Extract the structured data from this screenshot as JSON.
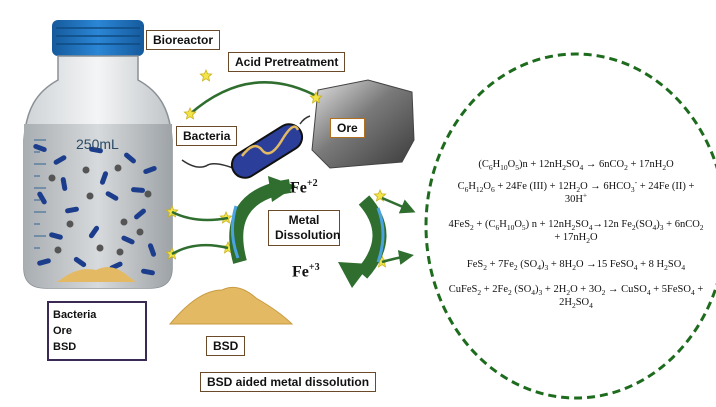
{
  "labels": {
    "bioreactor": "Bioreactor",
    "acid_pretreatment": "Acid Pretreatment",
    "bacteria": "Bacteria",
    "ore": "Ore",
    "metal_dissolution": "Metal Dissolution",
    "bsd": "BSD",
    "caption": "BSD aided metal dissolution"
  },
  "bottle": {
    "volume": "250mL"
  },
  "legend": {
    "items": [
      "Bacteria",
      "Ore",
      "BSD"
    ]
  },
  "ions": {
    "fe2": {
      "base": "Fe",
      "charge": "+2"
    },
    "fe3": {
      "base": "Fe",
      "charge": "+3"
    }
  },
  "equations": [
    "(C6H10O5)n + 12nH2SO4 → 6nCO2 + 17nH2O",
    "C6H12O6 + 24Fe (III) + 12H2O → 6HCO3- + 24Fe (II) + 30H+",
    "4FeS2 + (C6H10O5) n + 12nH2SO4→12n Fe2(SO4)3 + 6nCO2 + 17nH2O",
    "FeS2 + 7Fe2 (SO4)3 + 8H2O →15 FeSO4 + 8 H2SO4",
    "CuFeS2 + 2Fe2 (SO4)3 + 2H2O + 3O2 → CuSO4 + 5FeSO4 + 2H2SO4"
  ],
  "colors": {
    "cycle_arrow": "#2f6e2f",
    "circle_border": "#1d6b1d",
    "bottle_cap": "#1f74c4",
    "label_border": "#6b4a2a",
    "bacteria": "#1c3d8c",
    "bsd_powder": "#e3b964",
    "ore_block": "#8f8f8f"
  }
}
